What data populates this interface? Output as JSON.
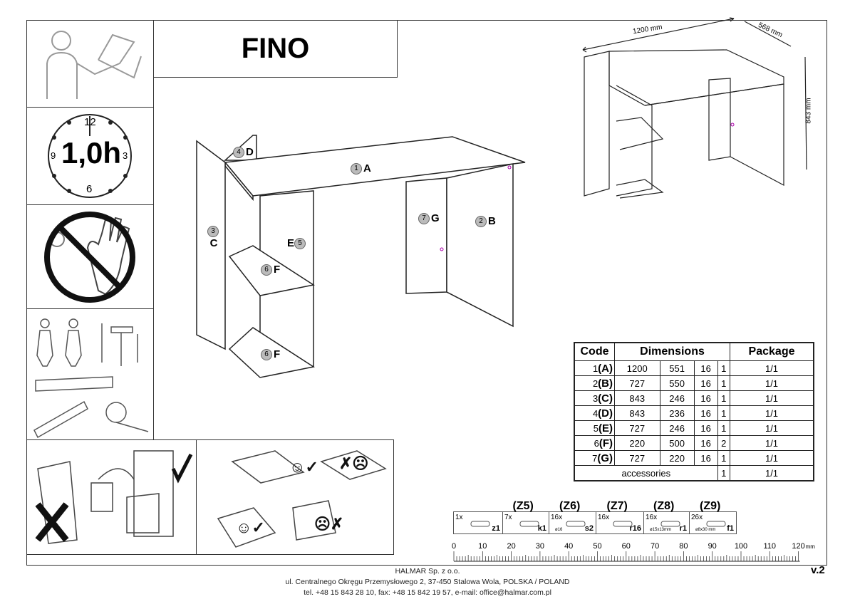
{
  "header": {
    "title": "FINO"
  },
  "clock": {
    "n12": "12",
    "n3": "3",
    "n6": "6",
    "n9": "9",
    "time": "1,0h"
  },
  "overview_dims": {
    "width": "1200 mm",
    "depth": "568 mm",
    "height": "843 mm"
  },
  "drawing_labels": [
    {
      "num": "1",
      "code": "A"
    },
    {
      "num": "2",
      "code": "B"
    },
    {
      "num": "3",
      "code": "C"
    },
    {
      "num": "4",
      "code": "D"
    },
    {
      "num": "5",
      "code": "E"
    },
    {
      "num": "6",
      "code": "F"
    },
    {
      "num": "7",
      "code": "G"
    }
  ],
  "parts_table": {
    "headers": {
      "code": "Code",
      "dimensions": "Dimensions",
      "package": "Package"
    },
    "rows": [
      {
        "num": "1",
        "code": "(A)",
        "d1": "1200",
        "d2": "551",
        "d3": "16",
        "qty": "1",
        "pkg": "1/1"
      },
      {
        "num": "2",
        "code": "(B)",
        "d1": "727",
        "d2": "550",
        "d3": "16",
        "qty": "1",
        "pkg": "1/1"
      },
      {
        "num": "3",
        "code": "(C)",
        "d1": "843",
        "d2": "246",
        "d3": "16",
        "qty": "1",
        "pkg": "1/1"
      },
      {
        "num": "4",
        "code": "(D)",
        "d1": "843",
        "d2": "236",
        "d3": "16",
        "qty": "1",
        "pkg": "1/1"
      },
      {
        "num": "5",
        "code": "(E)",
        "d1": "727",
        "d2": "246",
        "d3": "16",
        "qty": "1",
        "pkg": "1/1"
      },
      {
        "num": "6",
        "code": "(F)",
        "d1": "220",
        "d2": "500",
        "d3": "16",
        "qty": "2",
        "pkg": "1/1"
      },
      {
        "num": "7",
        "code": "(G)",
        "d1": "727",
        "d2": "220",
        "d3": "16",
        "qty": "1",
        "pkg": "1/1"
      }
    ],
    "accessories": {
      "label": "accessories",
      "qty": "1",
      "pkg": "1/1"
    }
  },
  "hardware": [
    {
      "group": "",
      "qty": "1x",
      "code": "z1",
      "note": ""
    },
    {
      "group": "(Z5)",
      "qty": "7x",
      "code": "k1",
      "note": ""
    },
    {
      "group": "(Z6)",
      "qty": "16x",
      "code": "s2",
      "note": "ø16"
    },
    {
      "group": "(Z7)",
      "qty": "16x",
      "code": "r16",
      "note": ""
    },
    {
      "group": "(Z8)",
      "qty": "16x",
      "code": "r1",
      "note": "ø15x13mm"
    },
    {
      "group": "(Z9)",
      "qty": "26x",
      "code": "f1",
      "note": "ø8x30 mm"
    }
  ],
  "ruler": {
    "labels": [
      "0",
      "10",
      "20",
      "30",
      "40",
      "50",
      "60",
      "70",
      "80",
      "90",
      "100",
      "110",
      "120"
    ],
    "unit": "mm",
    "max_mm": 120
  },
  "version": "v.2",
  "footer": {
    "company": "HALMAR Sp. z o.o.",
    "address": "ul. Centralnego Okręgu Przemysłowego 2, 37-450 Stalowa Wola, POLSKA / POLAND",
    "contact": "tel. +48 15 843 28 10, fax: +48 15 842 19 57, e-mail: office@halmar.com.pl"
  }
}
